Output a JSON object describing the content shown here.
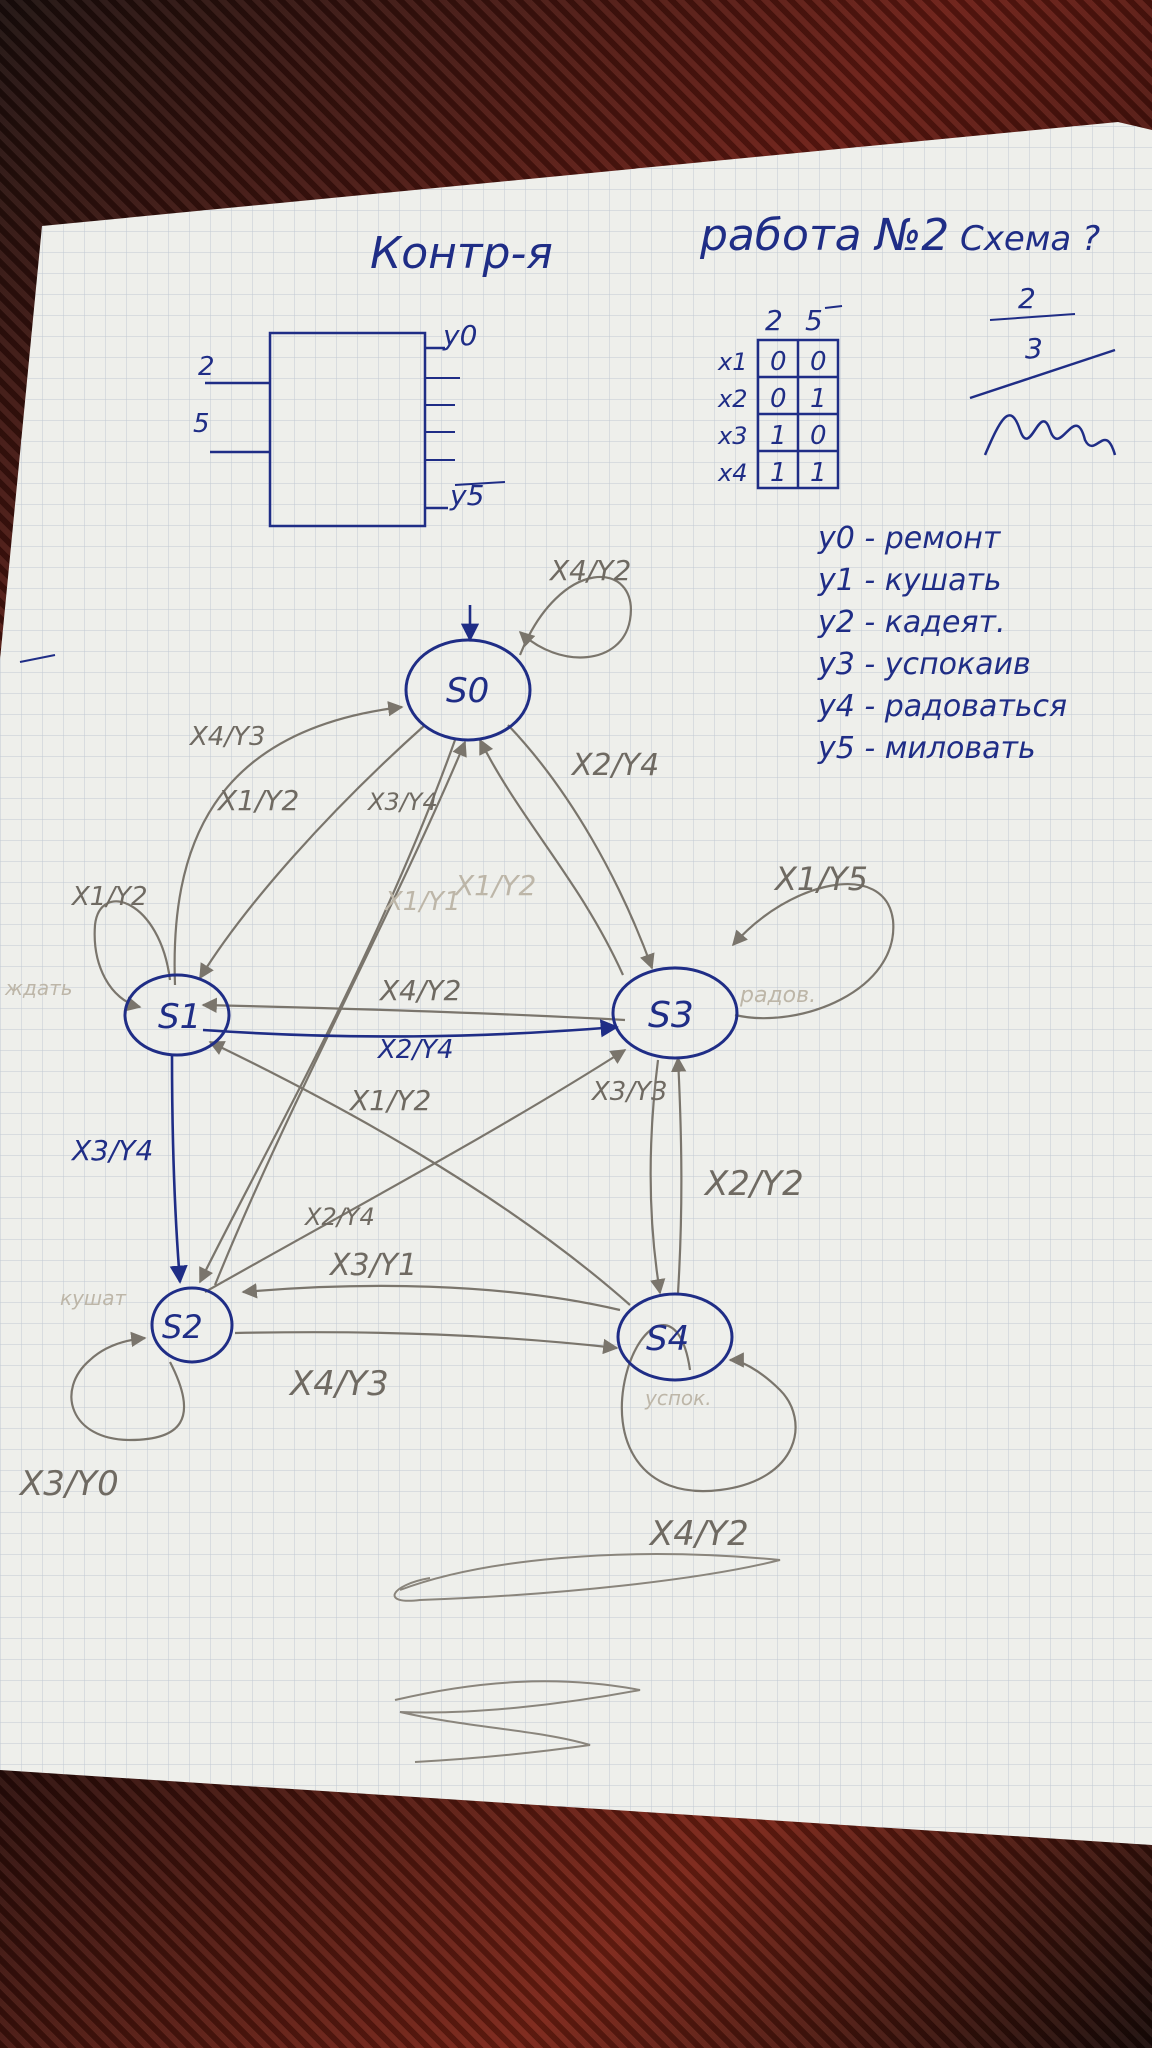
{
  "title": {
    "part1": "Контр-я",
    "part2": "работа №2",
    "corner": "Схема ?"
  },
  "block": {
    "inputs": [
      "2",
      "5"
    ],
    "outputs": [
      "y0",
      "y5"
    ]
  },
  "encoding_table": {
    "columns": [
      "2",
      "5"
    ],
    "rows": [
      {
        "label": "x1",
        "values": [
          "0",
          "0"
        ]
      },
      {
        "label": "x2",
        "values": [
          "0",
          "1"
        ]
      },
      {
        "label": "x3",
        "values": [
          "1",
          "0"
        ]
      },
      {
        "label": "x4",
        "values": [
          "1",
          "1"
        ]
      }
    ]
  },
  "fraction": {
    "num": "2",
    "den": "3"
  },
  "legend": [
    {
      "code": "y0",
      "text": "ремонт"
    },
    {
      "code": "y1",
      "text": "кушать"
    },
    {
      "code": "y2",
      "text": "кадеят."
    },
    {
      "code": "y3",
      "text": "успокаив"
    },
    {
      "code": "y4",
      "text": "радоваться"
    },
    {
      "code": "y5",
      "text": "миловать"
    }
  ],
  "states": {
    "s0": "S0",
    "s1": "S1",
    "s2": "S2",
    "s3": "S3",
    "s4": "S4"
  },
  "transitions": {
    "s0_self": "X4/Y2",
    "s1_s0": "X4/Y3",
    "s0_s1": "X1/Y2",
    "s0_s2": "X3/Y4",
    "s2_s0": "X1/Y1",
    "s3_s0": "X1/Y2",
    "s0_s3": "X2/Y4",
    "s3_self": "X1/Y5",
    "s1_self": "X1/Y2",
    "s3_s1": "X4/Y2",
    "s1_s3": "X2/Y4",
    "s4_s1": "X1/Y2",
    "s3_s4": "X3/Y3",
    "s4_s3": "X2/Y2",
    "s1_s2": "X3/Y4",
    "s2_s3": "X2/Y4",
    "s4_s2": "X3/Y1",
    "s2_s4": "X4/Y3",
    "s2_self": "X3/Y0",
    "s4_self": "X4/Y2"
  },
  "faint_notes": {
    "near_s1": "ждать",
    "near_s3": "радов.",
    "near_s2": "кушат",
    "near_s4": "успок."
  }
}
